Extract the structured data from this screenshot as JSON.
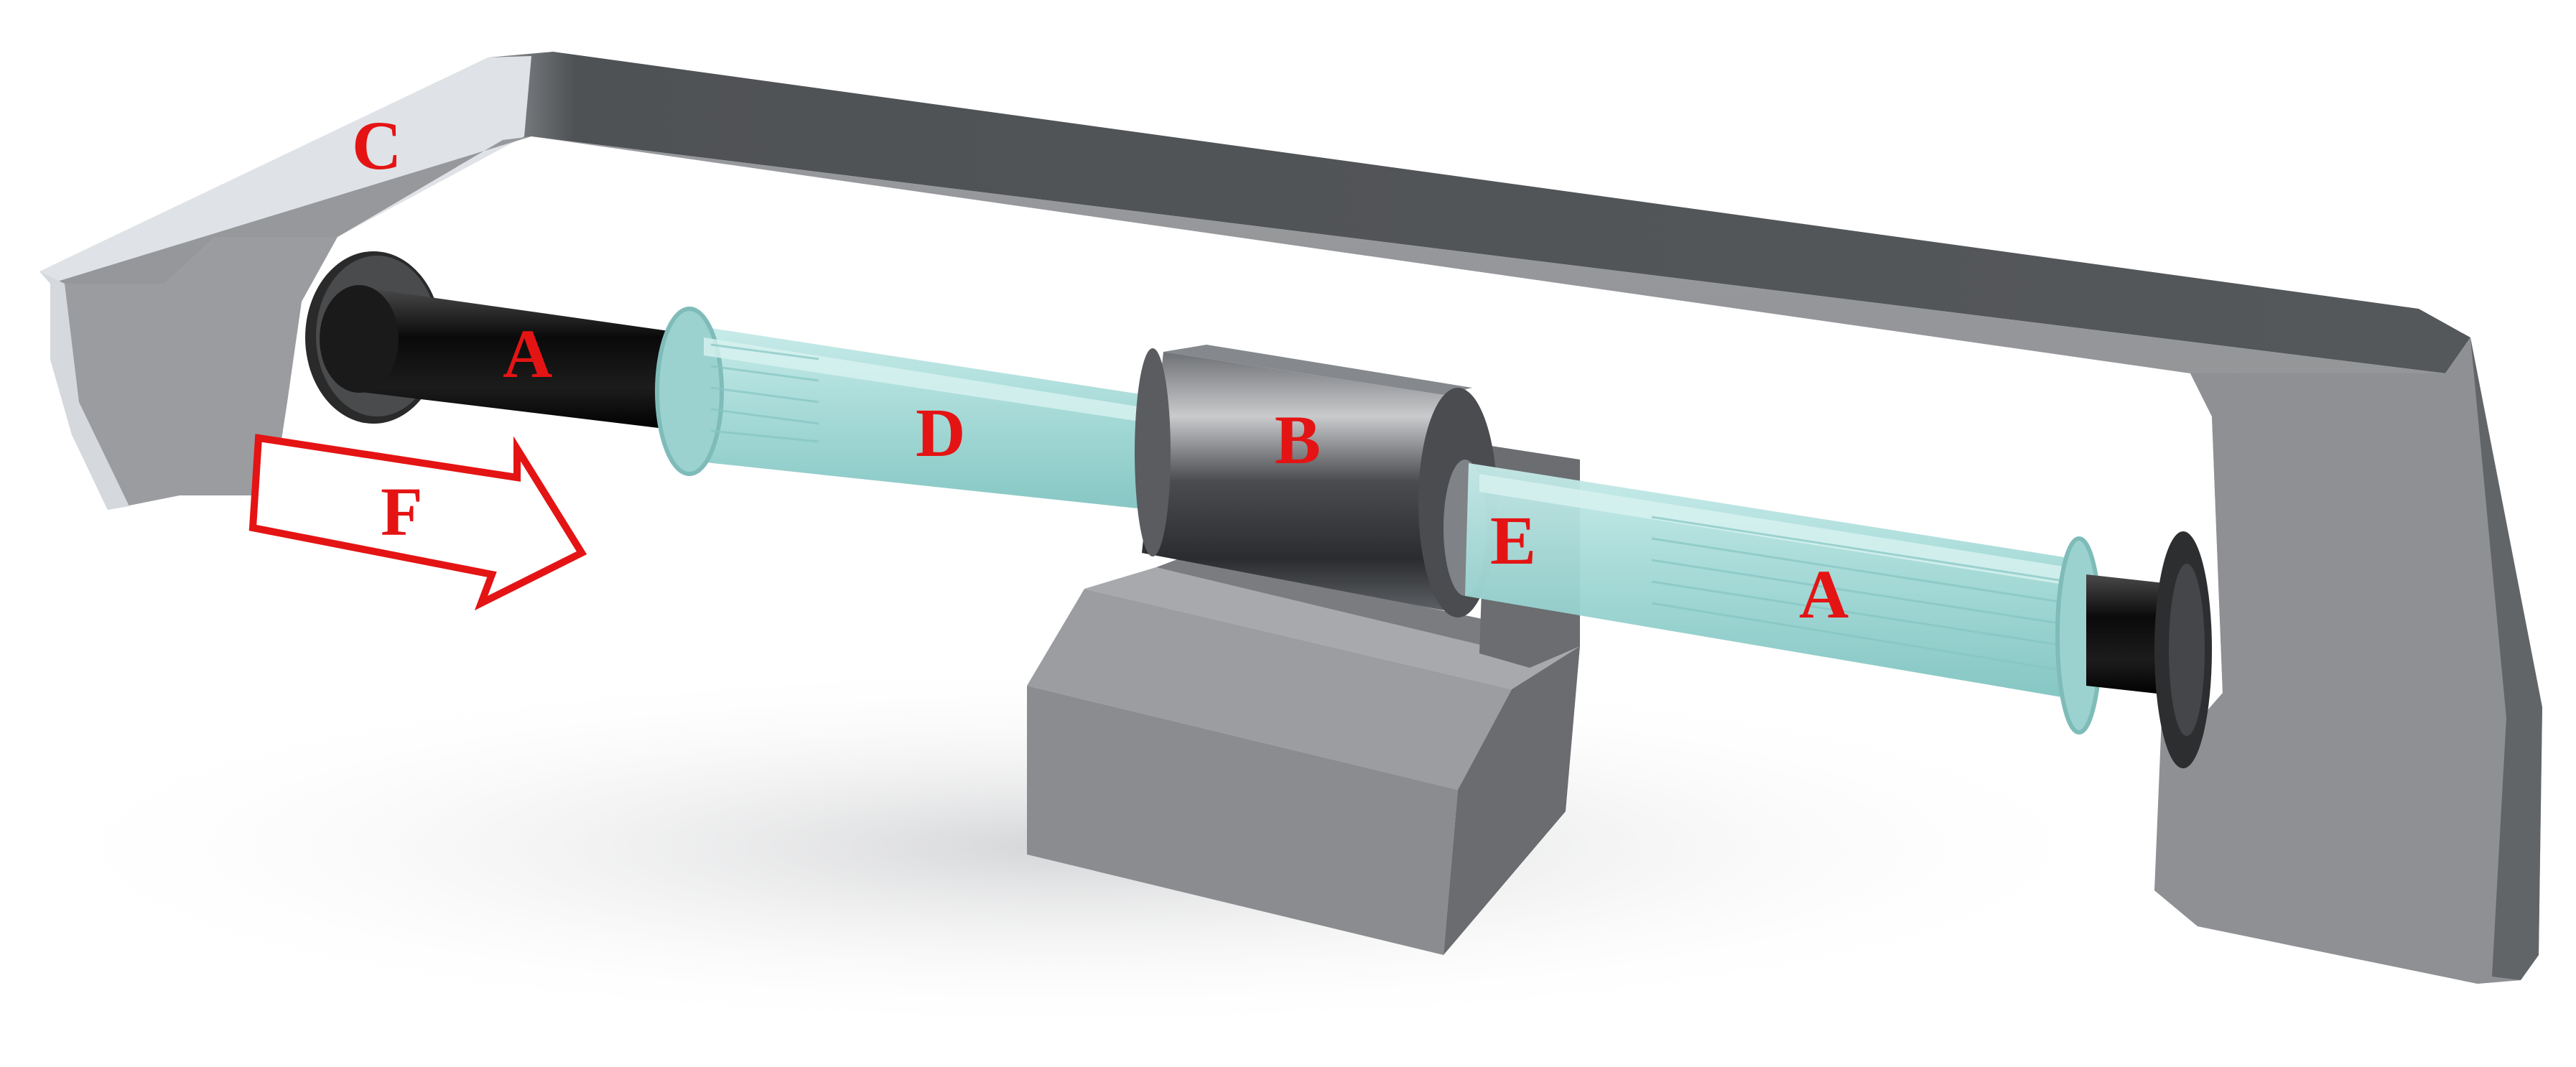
{
  "labels": {
    "frame": "C",
    "rod_left": "A",
    "rod_right": "A",
    "sleeve_left": "D",
    "mass_block": "B",
    "sleeve_right": "E",
    "force": "F"
  },
  "colors": {
    "label": "#e41414",
    "frame_top": "#5a5d60",
    "frame_face": "#8d8f92",
    "frame_light": "#dfe2e6",
    "rod": "#111111",
    "sleeve": "#a9dcda",
    "block": "#3e4043",
    "support": "#9a9c9f"
  },
  "icons": {
    "force_arrow": "hollow-right-arrow"
  }
}
